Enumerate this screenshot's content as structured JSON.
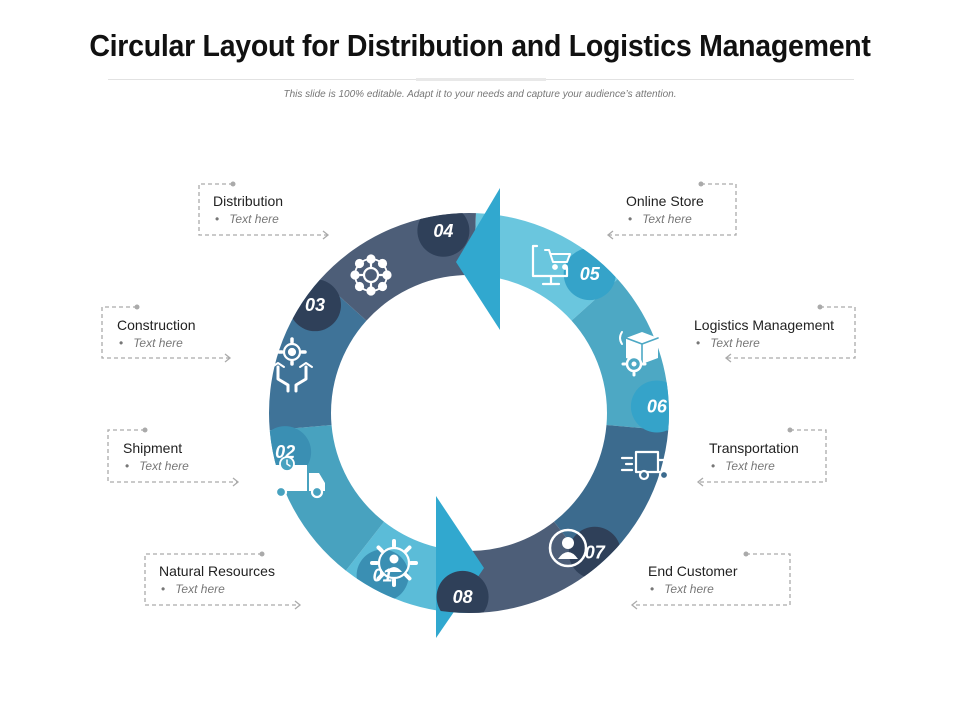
{
  "title": "Circular Layout for Distribution and Logistics Management",
  "subtitle": "This slide is 100% editable. Adapt it to your needs and capture your audience’s attention.",
  "steps": [
    {
      "number": "01",
      "label": "Natural Resources",
      "text": "Text here",
      "icon": "gear-person-icon",
      "color": "#5bbcd8"
    },
    {
      "number": "02",
      "label": "Shipment",
      "text": "Text here",
      "icon": "delivery-truck-icon",
      "color": "#48a2bf"
    },
    {
      "number": "03",
      "label": "Construction",
      "text": "Text here",
      "icon": "gear-wrench-icon",
      "color": "#3f7398"
    },
    {
      "number": "04",
      "label": "Distribution",
      "text": "Text here",
      "icon": "network-hub-icon",
      "color": "#4d5e78"
    },
    {
      "number": "05",
      "label": "Online Store",
      "text": "Text here",
      "icon": "cart-monitor-icon",
      "color": "#6ac6de"
    },
    {
      "number": "06",
      "label": "Logistics Management",
      "text": "Text here",
      "icon": "boxes-gear-icon",
      "color": "#4da8c4"
    },
    {
      "number": "07",
      "label": "Transportation",
      "text": "Text here",
      "icon": "fast-truck-icon",
      "color": "#3c6b8e"
    },
    {
      "number": "08",
      "label": "End Customer",
      "text": "Text here",
      "icon": "user-circle-icon",
      "color": "#4d5e78"
    }
  ],
  "colors": {
    "arrow": "#31a8cf",
    "connector": "#aaaaaa",
    "badge_dark": "#2f4059"
  }
}
